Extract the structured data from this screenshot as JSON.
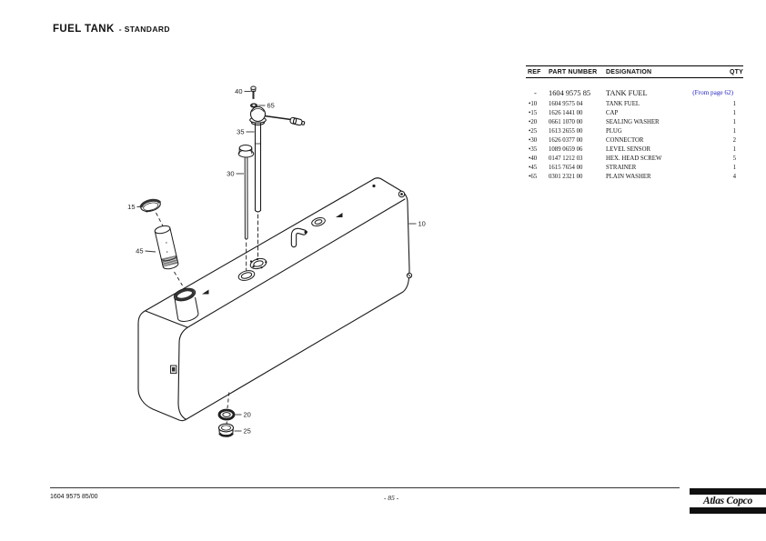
{
  "page": {
    "title": "FUEL TANK",
    "subtitle": "- STANDARD",
    "footer_left": "1604 9575 85/00",
    "footer_center": "- 85 -",
    "logo_text": "Atlas Copco"
  },
  "parts_table": {
    "headers": {
      "ref": "REF",
      "part_number": "PART NUMBER",
      "designation": "DESIGNATION",
      "qty": "QTY"
    },
    "bullet": "•",
    "main_row": {
      "ref": "-",
      "part_number": "1604 9575 85",
      "designation": "TANK FUEL",
      "note": "(From page 62)"
    },
    "note_color": "#2323c3",
    "rows": [
      {
        "ref": "10",
        "part_number": "1604 9575 04",
        "designation": "TANK FUEL",
        "qty": "1"
      },
      {
        "ref": "15",
        "part_number": "1626 1441 00",
        "designation": "CAP",
        "qty": "1"
      },
      {
        "ref": "20",
        "part_number": "0661 1070 00",
        "designation": "SEALING WASHER",
        "qty": "1"
      },
      {
        "ref": "25",
        "part_number": "1613 2655 00",
        "designation": "PLUG",
        "qty": "1"
      },
      {
        "ref": "30",
        "part_number": "1626 0377 00",
        "designation": "CONNECTOR",
        "qty": "2"
      },
      {
        "ref": "35",
        "part_number": "1089 0659 06",
        "designation": "LEVEL SENSOR",
        "qty": "1"
      },
      {
        "ref": "40",
        "part_number": "0147 1212 03",
        "designation": "HEX. HEAD SCREW",
        "qty": "5"
      },
      {
        "ref": "45",
        "part_number": "1615 7654 00",
        "designation": "STRAINER",
        "qty": "1"
      },
      {
        "ref": "65",
        "part_number": "0301 2321 00",
        "designation": "PLAIN WASHER",
        "qty": "4"
      }
    ]
  },
  "diagram": {
    "callouts": {
      "c10": "10",
      "c15": "15",
      "c20": "20",
      "c25": "25",
      "c30": "30",
      "c35": "35",
      "c40": "40",
      "c45": "45",
      "c65": "65"
    }
  }
}
